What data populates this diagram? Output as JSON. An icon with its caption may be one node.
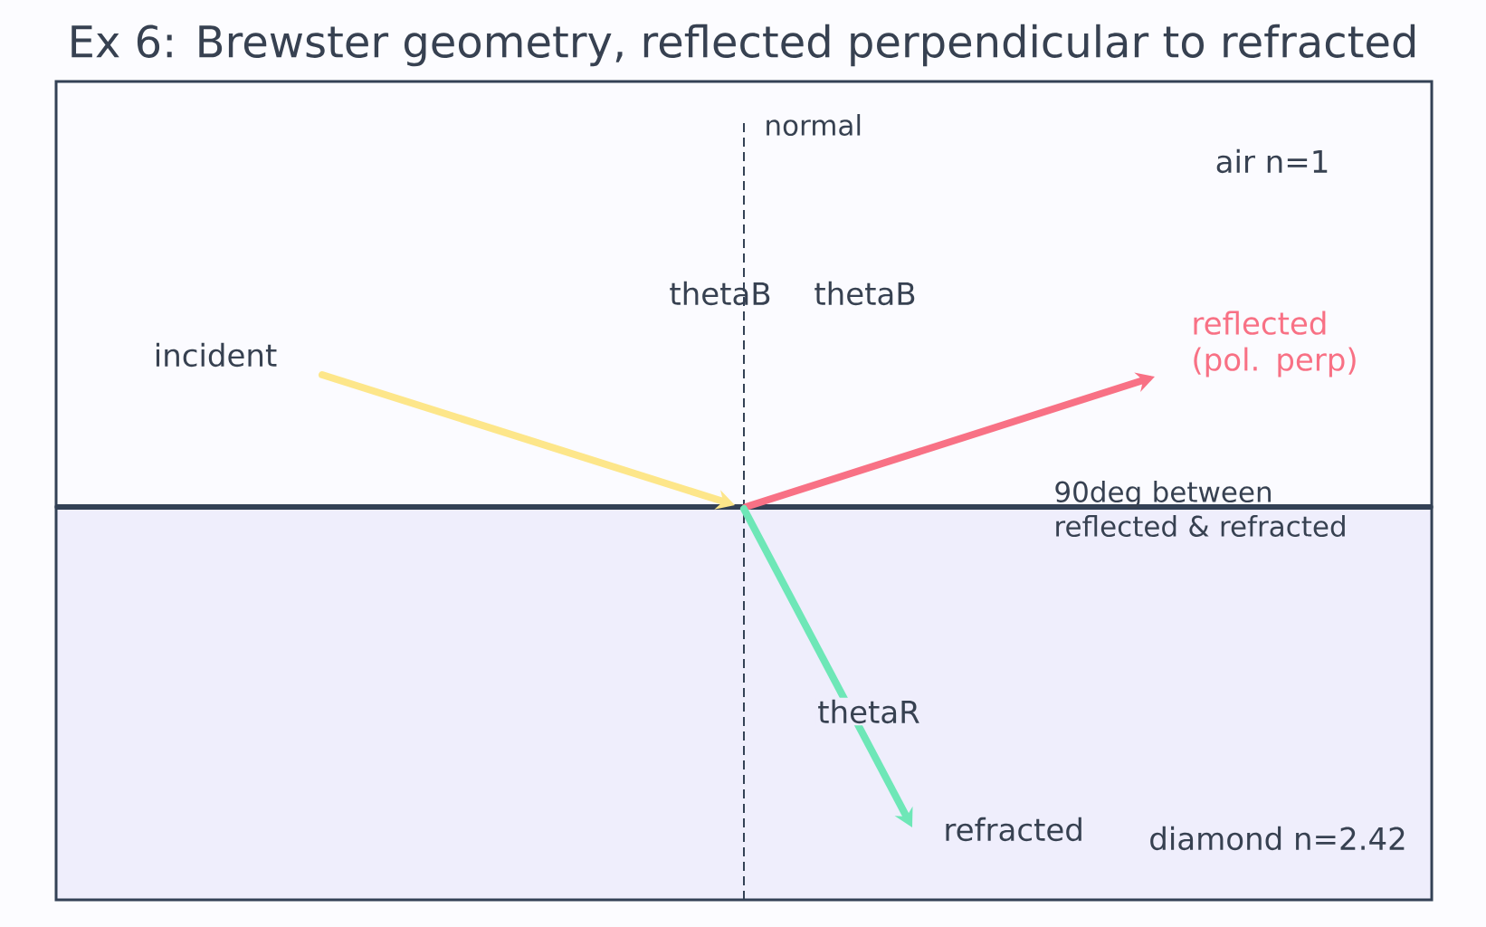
{
  "diagram": {
    "title": "Ex 6: Brewster geometry, reflected perpendicular to refracted",
    "labels": [
      "normal",
      "air n=1",
      "thetaB",
      "thetaB",
      "incident",
      "reflected (pol. perp)",
      "90deg between reflected & refracted",
      "thetaR",
      "refracted",
      "diamond n=2.42"
    ]
  }
}
